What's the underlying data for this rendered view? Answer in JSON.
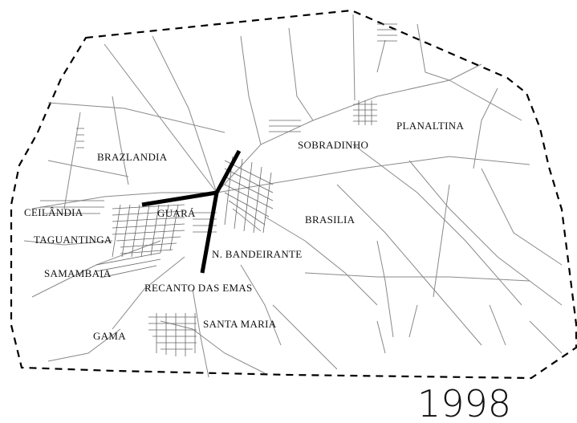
{
  "map": {
    "year": "1998",
    "places": {
      "planaltina": "PLANALTINA",
      "sobradinho": "SOBRADINHO",
      "brazlandia": "BRAZLANDIA",
      "ceilandia": "CEILÂNDIA",
      "guara": "GUARÁ",
      "brasilia": "BRASILIA",
      "taguatinga": "TAGUANTINGA",
      "n_bandeirante": "N. BANDEIRANTE",
      "samambaia": "SAMAMBAIA",
      "recanto": "RECANTO DAS EMAS",
      "santa_maria": "SANTA MARIA",
      "gama": "GAMA"
    }
  }
}
